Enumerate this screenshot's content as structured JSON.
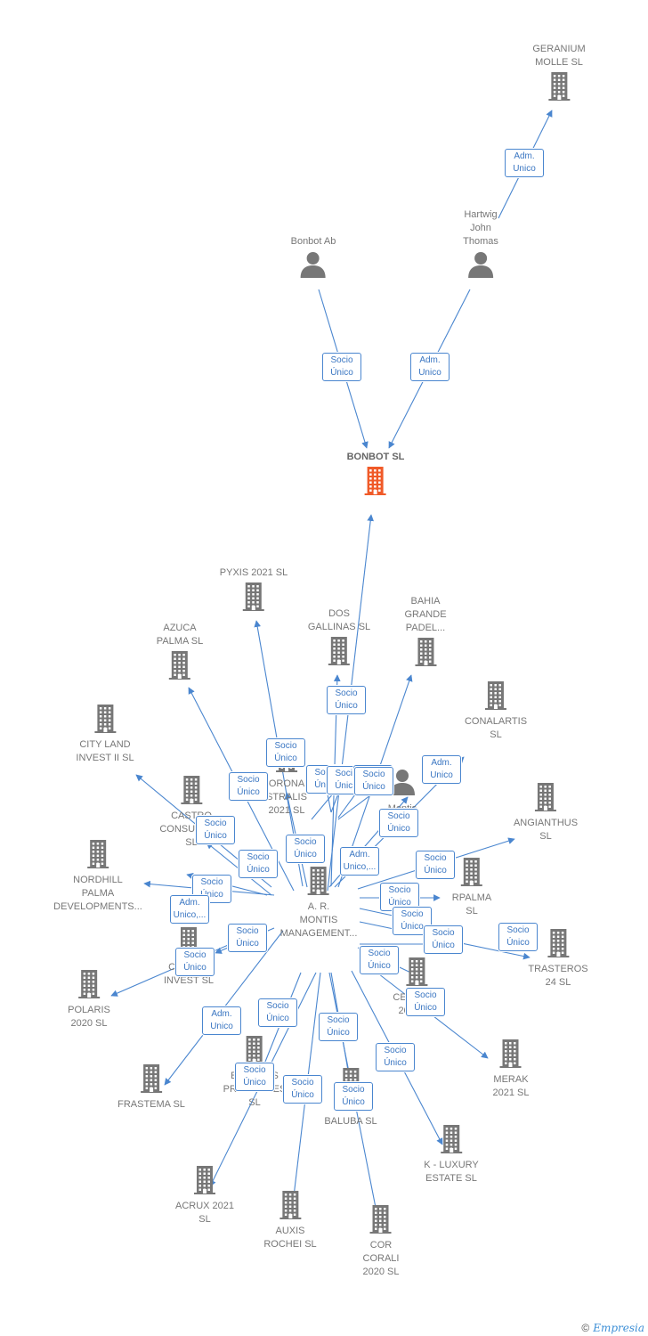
{
  "colors": {
    "edge": "#4a86cf",
    "company": "#777777",
    "focus": "#f05a28",
    "person": "#777777"
  },
  "nodes": [
    {
      "id": "geranium",
      "label": "GERANIUM\nMOLLE  SL",
      "type": "company"
    },
    {
      "id": "hartwig",
      "label": "Hartwig\nJohn\nThomas",
      "type": "person"
    },
    {
      "id": "bonbotab",
      "label": "Bonbot Ab",
      "type": "person"
    },
    {
      "id": "bonbot",
      "label": "BONBOT  SL",
      "type": "focus"
    },
    {
      "id": "pyxis",
      "label": "PYXIS 2021  SL",
      "type": "company"
    },
    {
      "id": "azuca",
      "label": "AZUCA\nPALMA  SL",
      "type": "company"
    },
    {
      "id": "dosgallinas",
      "label": "DOS\nGALLINAS  SL",
      "type": "company"
    },
    {
      "id": "bahia",
      "label": "BAHIA\nGRANDE\nPADEL...",
      "type": "company"
    },
    {
      "id": "conalartis",
      "label": "CONALARTIS\nSL",
      "type": "company"
    },
    {
      "id": "cityland",
      "label": "CITY LAND\nINVEST II  SL",
      "type": "company"
    },
    {
      "id": "corona",
      "label": "ORONA\nSTRALIS\n2021  SL",
      "type": "company"
    },
    {
      "id": "montis",
      "label": "Montis\nAlonso",
      "type": "person"
    },
    {
      "id": "angianthus",
      "label": "ANGIANTHUS\nSL",
      "type": "company"
    },
    {
      "id": "castroc",
      "label": "CASTRO\nCONSULTING\nSL",
      "type": "company"
    },
    {
      "id": "nordhill",
      "label": "NORDHILL\nPALMA\nDEVELOPMENTS...",
      "type": "company"
    },
    {
      "id": "armontis",
      "label": "A. R.\nMONTIS\nMANAGEMENT...",
      "type": "company"
    },
    {
      "id": "rpalma",
      "label": "RPALMA\nSL",
      "type": "company"
    },
    {
      "id": "trasteros",
      "label": "TRASTEROS\n24  SL",
      "type": "company"
    },
    {
      "id": "castroi",
      "label": "CASTRO\nINVEST  SL",
      "type": "company"
    },
    {
      "id": "polaris",
      "label": "POLARIS\n2020  SL",
      "type": "company"
    },
    {
      "id": "cepheus",
      "label": "CEPHEUS\n2021  SL",
      "type": "company"
    },
    {
      "id": "merak",
      "label": "MERAK\n2021  SL",
      "type": "company"
    },
    {
      "id": "frastema",
      "label": "FRASTEMA  SL",
      "type": "company"
    },
    {
      "id": "eduards",
      "label": "EDUARDS\nPROPERTIES\nSL",
      "type": "company"
    },
    {
      "id": "barbaluba",
      "label": "BAR\nBALUBA  SL",
      "type": "company"
    },
    {
      "id": "kluxury",
      "label": "K -  LUXURY\nESTATE  SL",
      "type": "company"
    },
    {
      "id": "acrux",
      "label": "ACRUX 2021\nSL",
      "type": "company"
    },
    {
      "id": "auxis",
      "label": "AUXIS\nROCHEI  SL",
      "type": "company"
    },
    {
      "id": "corcorali",
      "label": "COR\nCORALI\n2020  SL",
      "type": "company"
    }
  ],
  "edge_labels": [
    "Adm.\nUnico",
    "Socio\nÚnico",
    "Adm.\nUnico",
    "Socio\nÚnico",
    "Socio\nÚnico",
    "Socio\nÚnico",
    "Socio\nÚnico",
    "Adm.\nUnico",
    "Socio\nÚnico",
    "Adm.\nUnico,...",
    "Socio\nÚnico",
    "Socio\nÚnico",
    "Socio\nÚnico",
    "Socio\nÚnico",
    "Adm.\nUnico,...",
    "Socio\nÚnico",
    "Socio\nÚnico",
    "Socio\nÚnico",
    "Socio\nÚnico",
    "Socio\nÚnico",
    "Socio\nÚnico",
    "Socio\nÚnico",
    "Socio\nÚnico",
    "Socio\nÚnico",
    "Socio\nÚnico",
    "Adm.\nUnico",
    "Socio\nÚnico",
    "Socio\nÚnico",
    "Socio\nÚnico",
    "Socio\nÚnico",
    "Socio\nÚnico",
    "Socio\nÚnico",
    "Socio\nÚnico",
    "Socio\nÚnico",
    "Socio\nÚnico",
    "Socio\nÚnico"
  ],
  "brand": {
    "copyright": "©",
    "name": "Empresia"
  }
}
